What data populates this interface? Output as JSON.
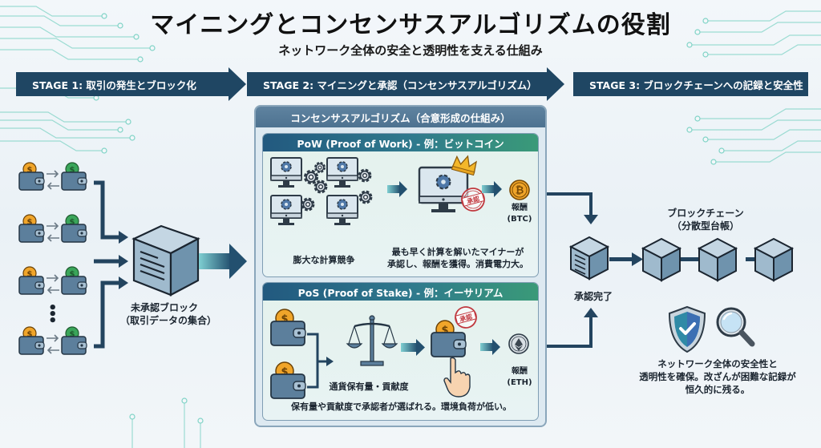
{
  "header": {
    "title": "マイニングとコンセンサスアルゴリズムの役割",
    "subtitle": "ネットワーク全体の安全と透明性を支える仕組み"
  },
  "stages": [
    {
      "label": "STAGE 1: 取引の発生とブロック化"
    },
    {
      "label": "STAGE 2: マイニングと承認（コンセンサスアルゴリズム）"
    },
    {
      "label": "STAGE 3: ブロックチェーンへの記録と安全性"
    }
  ],
  "stage1": {
    "wallet_pairs": 4,
    "ellipsis": "⋮",
    "unconfirmed_block_label": "未承認ブロック",
    "unconfirmed_block_sublabel": "（取引データの集合）"
  },
  "consensus": {
    "title": "コンセンサスアルゴリズム（合意形成の仕組み）",
    "pow": {
      "title": "PoW (Proof of Work) - 例：ビットコイン",
      "competition_label": "膨大な計算競争",
      "description_line1": "最も早く計算を解いたマイナーが",
      "description_line2": "承認し、報酬を獲得。消費電力大。",
      "stamp": "承認",
      "reward_label": "報酬",
      "reward_currency": "(BTC)",
      "coin_symbol": "₿"
    },
    "pos": {
      "title": "PoS (Proof of Stake) - 例：イーサリアム",
      "scale_label": "通貨保有量・貢献度",
      "description": "保有量や貢献度で承認者が選ばれる。環境負荷が低い。",
      "stamp": "承認",
      "reward_label": "報酬",
      "reward_currency": "(ETH)"
    }
  },
  "stage3": {
    "confirmed_label": "承認完了",
    "chain_label": "ブロックチェーン",
    "chain_sublabel": "（分散型台帳）",
    "security_line1": "ネットワーク全体の安全性と",
    "security_line2": "透明性を確保。改ざんが困難な記録が",
    "security_line3": "恒久的に残る。"
  },
  "colors": {
    "navy": "#1f4663",
    "circuit": "#7fd3c6",
    "wallet": "#5c7f9c",
    "coin_gold": "#f0a52a",
    "coin_green": "#3aa55a",
    "stamp_red": "#c0393f"
  }
}
